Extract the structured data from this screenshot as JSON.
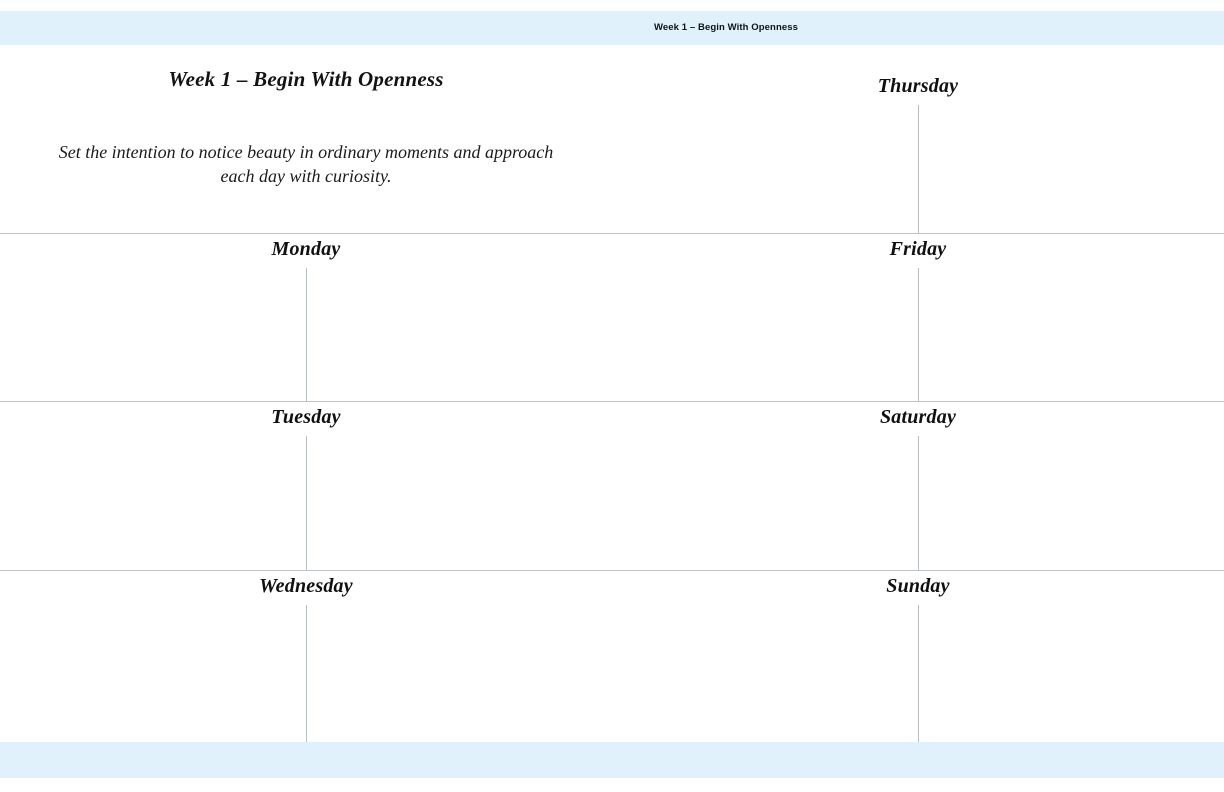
{
  "page": {
    "running_head": "Week 1 – Begin With Openness",
    "band_color": "#e1f1fb",
    "rule_color": "#bfc4c9",
    "text_color": "#131313"
  },
  "intro": {
    "title": "Week 1 – Begin With Openness",
    "intention": "Set the intention to notice beauty in ordinary moments and approach each day with curiosity."
  },
  "rows": [
    {
      "left_kind": "intro",
      "right_day": "Thursday"
    },
    {
      "left_day": "Monday",
      "right_day": "Friday"
    },
    {
      "left_day": "Tuesday",
      "right_day": "Saturday"
    },
    {
      "left_day": "Wednesday",
      "right_day": "Sunday"
    }
  ],
  "days": {
    "monday": "Monday",
    "tuesday": "Tuesday",
    "wednesday": "Wednesday",
    "thursday": "Thursday",
    "friday": "Friday",
    "saturday": "Saturday",
    "sunday": "Sunday"
  }
}
